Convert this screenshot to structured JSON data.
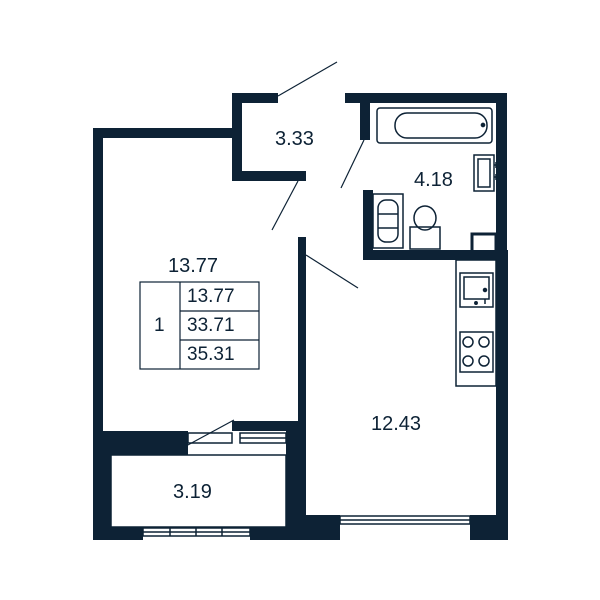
{
  "colors": {
    "wall": "#0d2235",
    "line": "#0d2235",
    "fixture": "#0d2235",
    "background": "#ffffff"
  },
  "rooms": {
    "hall_area": "3.33",
    "bathroom_area": "4.18",
    "living_area": "13.77",
    "kitchen_area": "12.43",
    "balcony_area": "3.19"
  },
  "summary_table": {
    "rooms_count": "1",
    "living": "13.77",
    "total": "33.71",
    "total_with_balcony": "35.31"
  },
  "fixtures": [
    "bathtub-icon",
    "sink-icon",
    "washing-machine-icon",
    "toilet-icon",
    "kitchen-sink-icon",
    "stove-icon"
  ]
}
